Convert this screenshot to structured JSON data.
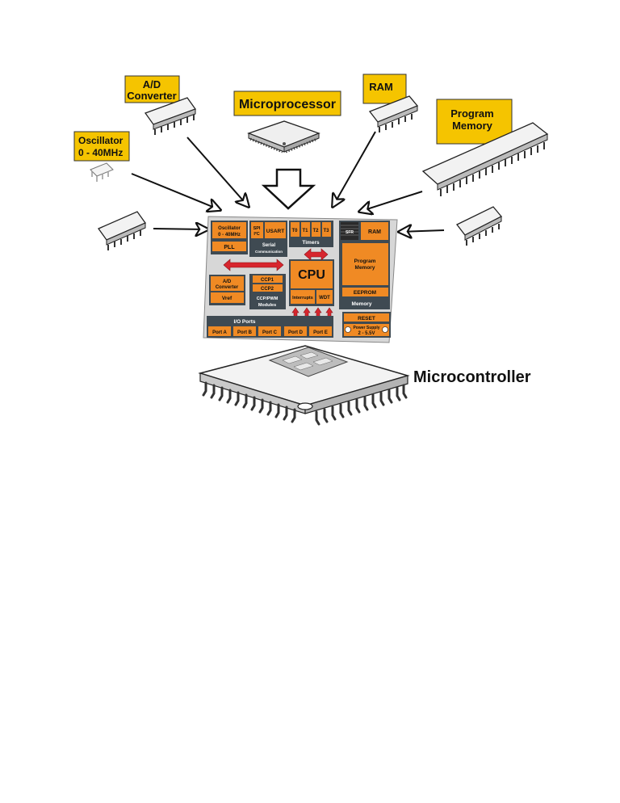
{
  "labels": {
    "adc": [
      "A/D",
      "Converter"
    ],
    "microprocessor": "Microprocessor",
    "ram": "RAM",
    "program_memory": [
      "Program",
      "Memory"
    ],
    "oscillator": [
      "Oscillator",
      "0 - 40MHz"
    ],
    "microcontroller": "Microcontroller"
  },
  "blocks": {
    "oscillator": [
      "Oscillator",
      "0 - 40MHz"
    ],
    "pll": "PLL",
    "spi": [
      "SPI",
      "I²C"
    ],
    "usart": "USART",
    "serial": [
      "Serial",
      "Communication"
    ],
    "timers": [
      "T0",
      "T1",
      "T2",
      "T3"
    ],
    "timers_label": "Timers",
    "sfr": "SFR",
    "ram": "RAM",
    "program_memory": [
      "Program",
      "Memory"
    ],
    "eeprom": "EEPROM",
    "memory": "Memory",
    "adc": [
      "A/D",
      "Converter"
    ],
    "vref": "Vref",
    "ccp1": "CCP1",
    "ccp2": "CCP2",
    "ccp_modules": [
      "CCP/PWM",
      "Modules"
    ],
    "cpu": "CPU",
    "interrupts": "Interrupts",
    "wdt": "WDT",
    "io_ports": "I/O Ports",
    "ports": [
      "Port A",
      "Port B",
      "Port C",
      "Port D",
      "Port E"
    ],
    "reset": "RESET",
    "power_supply": [
      "Power Supply",
      "2 - 5.5V"
    ]
  },
  "colors": {
    "label_bg": "#f5c400",
    "block": "#f08a24",
    "block_dark": "#3f4a52",
    "board": "#d7d7d7",
    "arrow_red": "#d7262e"
  }
}
